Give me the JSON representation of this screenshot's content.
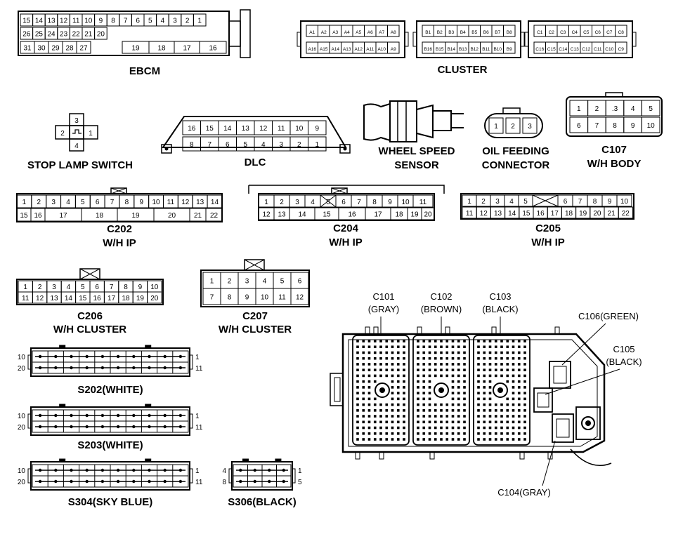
{
  "connectors": {
    "ebcm": {
      "label": "EBCM",
      "row1": [
        "15",
        "14",
        "13",
        "12",
        "11",
        "10",
        "9",
        "8",
        "7",
        "6",
        "5",
        "4",
        "3",
        "2",
        "1"
      ],
      "row2": [
        "26",
        "25",
        "24",
        "23",
        "22",
        "21",
        "20"
      ],
      "row3a": [
        "31",
        "30",
        "29",
        "28",
        "27"
      ],
      "row3b": [
        "19",
        "18",
        "17",
        "16"
      ]
    },
    "cluster": {
      "label": "CLUSTER",
      "a_top": [
        "A1",
        "A2",
        "A3",
        "A4",
        "A5",
        "A6",
        "A7",
        "A8"
      ],
      "a_bot": [
        "A16",
        "A15",
        "A14",
        "A13",
        "A12",
        "A11",
        "A10",
        "A9"
      ],
      "b_top": [
        "B1",
        "B2",
        "B3",
        "B4",
        "B5",
        "B6",
        "B7",
        "B8"
      ],
      "b_bot": [
        "B16",
        "B15",
        "B14",
        "B13",
        "B12",
        "B11",
        "B10",
        "B9"
      ],
      "c_top": [
        "C1",
        "C2",
        "C3",
        "C4",
        "C5",
        "C6",
        "C7",
        "C8"
      ],
      "c_bot": [
        "C16",
        "C15",
        "C14",
        "C13",
        "C12",
        "C11",
        "C10",
        "C9"
      ]
    },
    "stop_lamp": {
      "label": "STOP LAMP SWITCH",
      "pins": [
        "3",
        "2",
        "1",
        "4"
      ]
    },
    "dlc": {
      "label": "DLC",
      "row1": [
        "16",
        "15",
        "14",
        "13",
        "12",
        "11",
        "10",
        "9"
      ],
      "row2": [
        "8",
        "7",
        "6",
        "5",
        "4",
        "3",
        "2",
        "1"
      ]
    },
    "wheel_speed": {
      "label_line1": "WHEEL SPEED",
      "label_line2": "SENSOR"
    },
    "oil_feeding": {
      "label_line1": "OIL FEEDING",
      "label_line2": "CONNECTOR",
      "pins": [
        "1",
        "2",
        "3"
      ]
    },
    "c107": {
      "label_line1": "C107",
      "label_line2": "W/H BODY",
      "row1": [
        "1",
        "2",
        ".3",
        "4",
        "5"
      ],
      "row2": [
        "6",
        "7",
        "8",
        "9",
        "10"
      ]
    },
    "c202": {
      "label_line1": "C202",
      "label_line2": "W/H IP",
      "row1": [
        "1",
        "2",
        "3",
        "4",
        "5",
        "6",
        "7",
        "8",
        "9",
        "10",
        "11",
        "12",
        "13",
        "14"
      ],
      "row2": [
        "15",
        "16",
        "17",
        "18",
        "19",
        "20",
        "21",
        "22"
      ]
    },
    "c204": {
      "label_line1": "C204",
      "label_line2": "W/H IP",
      "row1": [
        "1",
        "2",
        "3",
        "4",
        "5",
        "6",
        "7",
        "8",
        "9",
        "10",
        "11"
      ],
      "row2": [
        "12",
        "13",
        "14",
        "15",
        "16",
        "17",
        "18",
        "19",
        "20"
      ]
    },
    "c205": {
      "label_line1": "C205",
      "label_line2": "W/H IP",
      "row1": [
        "1",
        "2",
        "3",
        "4",
        "5",
        "6",
        "7",
        "8",
        "9",
        "10"
      ],
      "row2": [
        "11",
        "12",
        "13",
        "14",
        "15",
        "16",
        "17",
        "18",
        "19",
        "20",
        "21",
        "22"
      ]
    },
    "c206": {
      "label_line1": "C206",
      "label_line2": "W/H CLUSTER",
      "row1": [
        "1",
        "2",
        "3",
        "4",
        "5",
        "6",
        "7",
        "8",
        "9",
        "10"
      ],
      "row2": [
        "11",
        "12",
        "13",
        "14",
        "15",
        "16",
        "17",
        "18",
        "19",
        "20"
      ]
    },
    "c207": {
      "label_line1": "C207",
      "label_line2": "W/H CLUSTER",
      "row1": [
        "1",
        "2",
        "3",
        "4",
        "5",
        "6"
      ],
      "row2": [
        "7",
        "8",
        "9",
        "10",
        "11",
        "12"
      ]
    },
    "s202": {
      "label": "S202(WHITE)",
      "top_left": "10",
      "bottom_left": "20",
      "top_right": "1",
      "bottom_right": "11"
    },
    "s203": {
      "label": "S203(WHITE)",
      "top_left": "10",
      "bottom_left": "20",
      "top_right": "1",
      "bottom_right": "11"
    },
    "s304": {
      "label": "S304(SKY BLUE)",
      "top_left": "10",
      "bottom_left": "20",
      "top_right": "1",
      "bottom_right": "11"
    },
    "s306": {
      "label": "S306(BLACK)",
      "top_left": "4",
      "bottom_left": "8",
      "top_right": "1",
      "bottom_right": "5"
    },
    "module": {
      "c101_l1": "C101",
      "c101_l2": "(GRAY)",
      "c102_l1": "C102",
      "c102_l2": "(BROWN)",
      "c103_l1": "C103",
      "c103_l2": "(BLACK)",
      "c106": "C106(GREEN)",
      "c105_l1": "C105",
      "c105_l2": "(BLACK)",
      "c104": "C104(GRAY)"
    }
  }
}
